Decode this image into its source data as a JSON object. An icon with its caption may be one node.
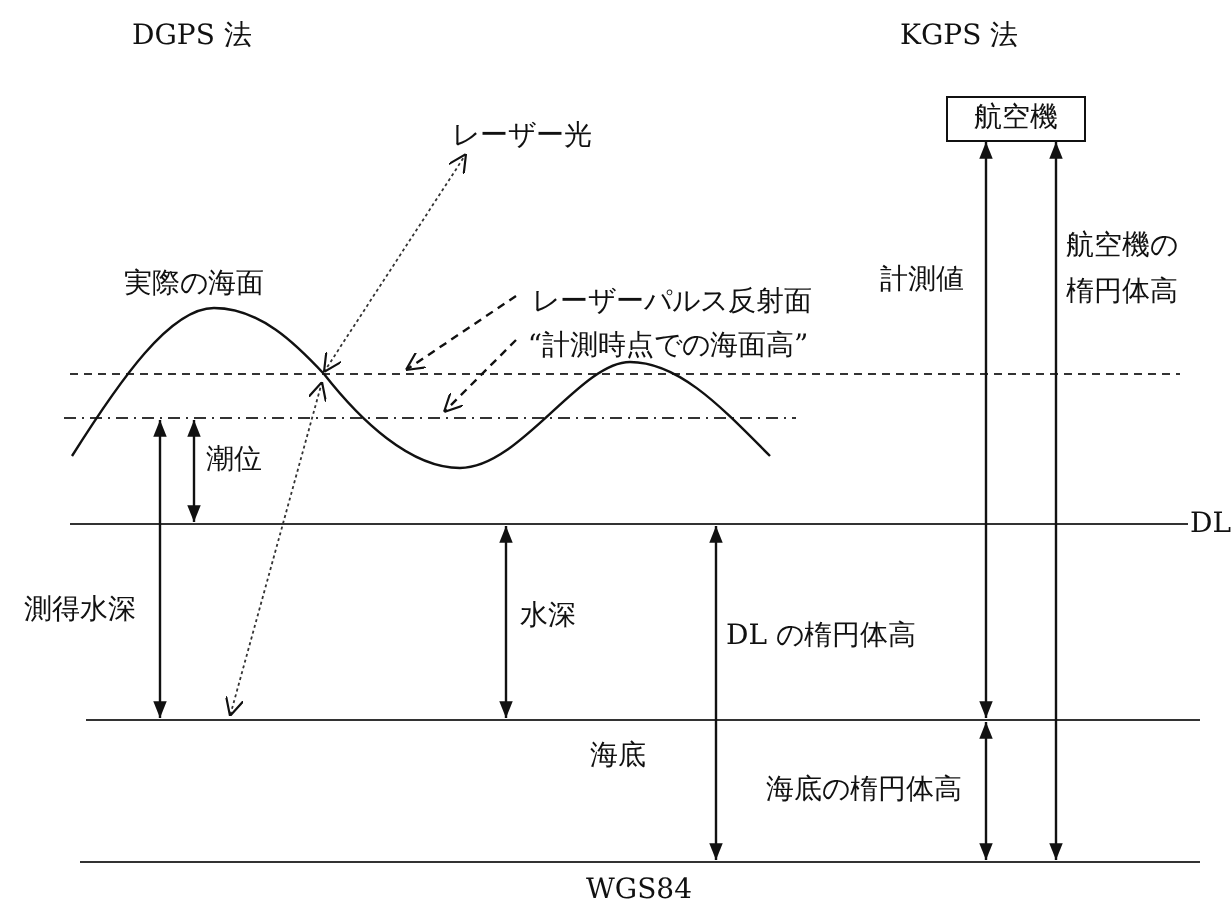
{
  "diagram": {
    "nodes": [
      {
        "text": [
          "航空機"
        ]
      },
      {
        "text": [
          "レーザーパルス反射面"
        ]
      },
      {
        "text": [
          "“計測時点での海面高”"
        ]
      }
    ],
    "edges": [
      {
        "from": 0,
        "to": null,
        "arrow": "both"
      },
      {
        "from": 0,
        "to": null,
        "arrow": "both"
      },
      {
        "from": 1,
        "to": null,
        "arrow": "to",
        "style": "dashed"
      },
      {
        "from": 2,
        "to": null,
        "arrow": "to",
        "style": "dashed"
      }
    ],
    "labels": [
      "DGPS 法",
      "KGPS 法",
      "レーザー光",
      "実際の海面",
      "計測値",
      "航空機の楕円体高",
      "潮位",
      "DL",
      "測得水深",
      "水深",
      "DL の楕円体高",
      "海底",
      "海底の楕円体高",
      "WGS84"
    ]
  }
}
